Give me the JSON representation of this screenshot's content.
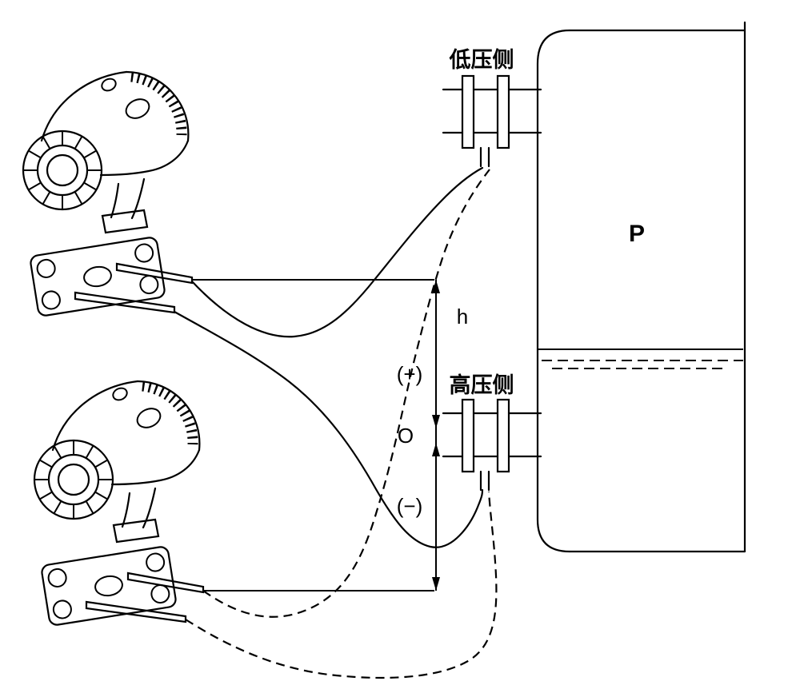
{
  "labels": {
    "low_pressure_side": "低压侧",
    "high_pressure_side": "高压侧",
    "tank_pressure": "P",
    "level_height": "h",
    "positive": "(+)",
    "zero": "O",
    "negative": "(−)"
  },
  "colors": {
    "line": "#000000",
    "background": "#ffffff"
  }
}
